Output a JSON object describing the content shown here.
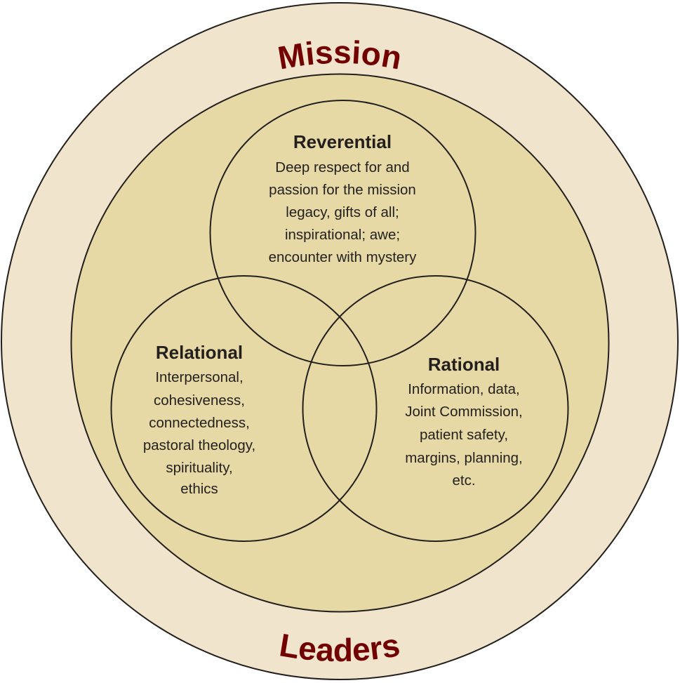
{
  "outer_label_top": "Mission",
  "outer_label_bottom": "Leaders",
  "colors": {
    "outer_fill": "#f0e4cc",
    "inner_fill": "#e6d9a6",
    "label": "#730000",
    "stroke": "#231f1c"
  },
  "circles": {
    "reverential": {
      "title": "Reverential",
      "lines": [
        "Deep respect for and",
        "passion for the mission",
        "legacy, gifts of all;",
        "inspirational; awe;",
        "encounter with mystery"
      ]
    },
    "relational": {
      "title": "Relational",
      "lines": [
        "Interpersonal,",
        "cohesiveness,",
        "connectedness,",
        "pastoral theology,",
        "spirituality,",
        "ethics"
      ]
    },
    "rational": {
      "title": "Rational",
      "lines": [
        "Information, data,",
        "Joint Commission,",
        "patient safety,",
        "margins, planning,",
        "etc."
      ]
    }
  }
}
